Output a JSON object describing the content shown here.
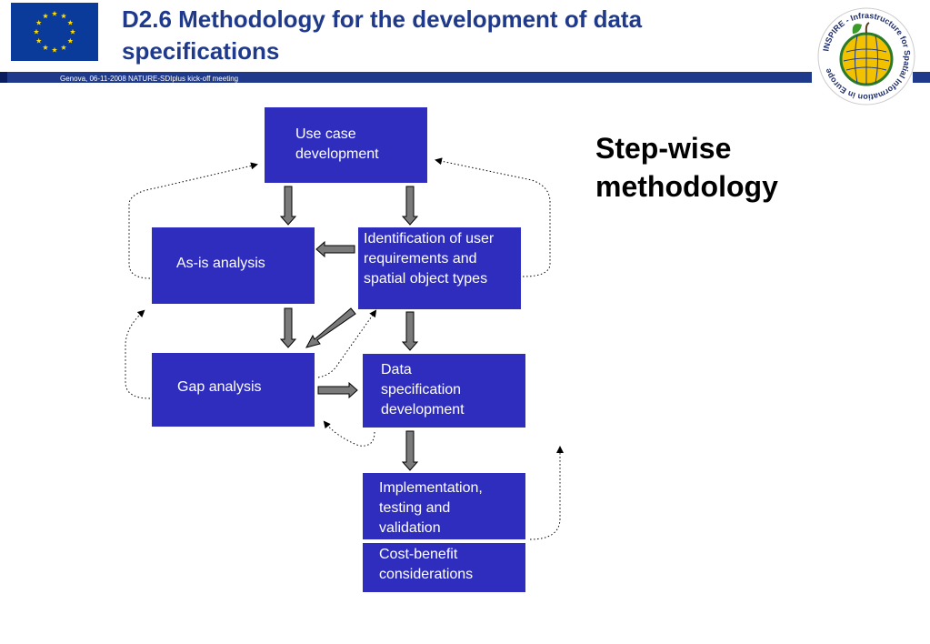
{
  "header": {
    "title": "D2.6 Methodology for the development of data specifications",
    "subtitle": "Genova, 06-11-2008 NATURE-SDIplus kick-off meeting",
    "logo_text": "INSPIRE - Infrastructure for Spatial Information in Europe",
    "brand_color": "#1f3a8a"
  },
  "diagram": {
    "heading": "Step-wise\nmethodology",
    "box_color": "#2e2dbd",
    "boxes": {
      "use_case": "Use case\ndevelopment",
      "as_is": "As-is analysis",
      "identification": "Identification of user\nrequirements  and\nspatial object types",
      "gap": "Gap analysis",
      "data_spec": "Data\nspecification\ndevelopment",
      "implementation": "Implementation,\ntesting and\nvalidation",
      "cost_benefit": "Cost-benefit\nconsiderations"
    }
  }
}
